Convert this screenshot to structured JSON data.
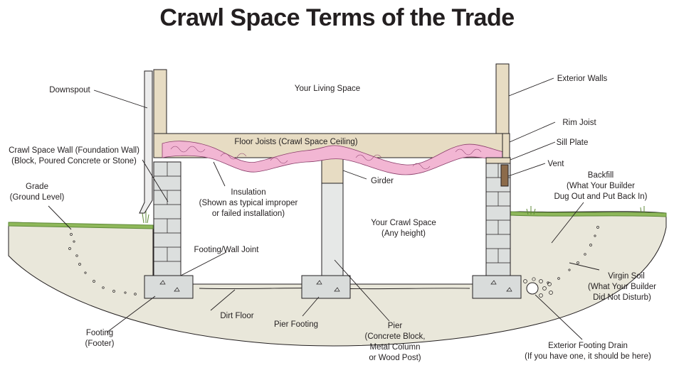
{
  "title": "Crawl Space Terms of the Trade",
  "colors": {
    "soil": "#e9e7da",
    "grass": "#7aa84a",
    "insulation": "#f2b6d3",
    "concrete": "#d9dcdb",
    "wood": "#e7dcc3",
    "line": "#231f20"
  },
  "labels": {
    "downspout": "Downspout",
    "living_space": "Your Living Space",
    "exterior_walls": "Exterior Walls",
    "rim_joist": "Rim Joist",
    "sill_plate": "Sill Plate",
    "floor_joists": "Floor Joists (Crawl Space Ceiling)",
    "vent": "Vent",
    "crawl_wall_1": "Crawl Space Wall (Foundation Wall)",
    "crawl_wall_2": "(Block, Poured Concrete or Stone)",
    "grade_1": "Grade",
    "grade_2": "(Ground Level)",
    "insulation_1": "Insulation",
    "insulation_2": "(Shown as typical improper",
    "insulation_3": "or failed installation)",
    "girder": "Girder",
    "backfill_1": "Backfill",
    "backfill_2": "(What Your Builder",
    "backfill_3": "Dug Out and Put Back In)",
    "crawl_space_1": "Your Crawl Space",
    "crawl_space_2": "(Any height)",
    "footing_wall_joint": "Footing/Wall Joint",
    "virgin_soil_1": "Virgin Soil",
    "virgin_soil_2": "(What Your Builder",
    "virgin_soil_3": "Did Not Disturb)",
    "dirt_floor": "Dirt Floor",
    "pier_footing": "Pier Footing",
    "pier_1": "Pier",
    "pier_2": "(Concrete Block,",
    "pier_3": "Metal Column",
    "pier_4": "or Wood Post)",
    "footing_1": "Footing",
    "footing_2": "(Footer)",
    "drain_1": "Exterior Footing Drain",
    "drain_2": "(If you have one, it should be here)"
  }
}
